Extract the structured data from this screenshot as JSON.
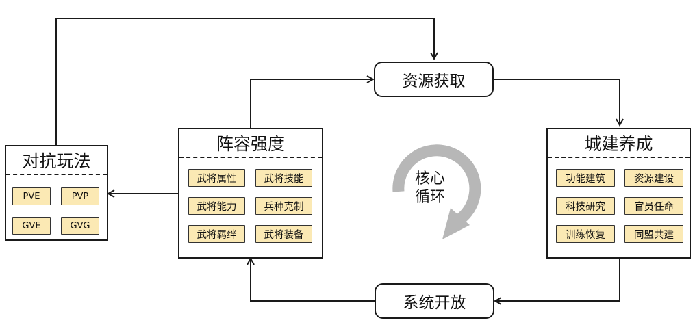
{
  "nodes": {
    "resource": "资源获取",
    "system": "系统开放",
    "center": [
      "核心",
      "循环"
    ]
  },
  "panels": {
    "lineup": {
      "title": "阵容强度",
      "items": [
        "武将属性",
        "武将技能",
        "武将能力",
        "兵种克制",
        "武将羁绊",
        "武将装备"
      ]
    },
    "city": {
      "title": "城建养成",
      "items": [
        "功能建筑",
        "资源建设",
        "科技研究",
        "官员任命",
        "训练恢复",
        "同盟共建"
      ]
    },
    "combat": {
      "title": "对抗玩法",
      "items": [
        "PVE",
        "PVP",
        "GVE",
        "GVG"
      ]
    }
  },
  "colors": {
    "chip_fill": "#fbe9b4",
    "cycle_arrow": "#b7b7b7",
    "line": "#1a1a1a"
  }
}
